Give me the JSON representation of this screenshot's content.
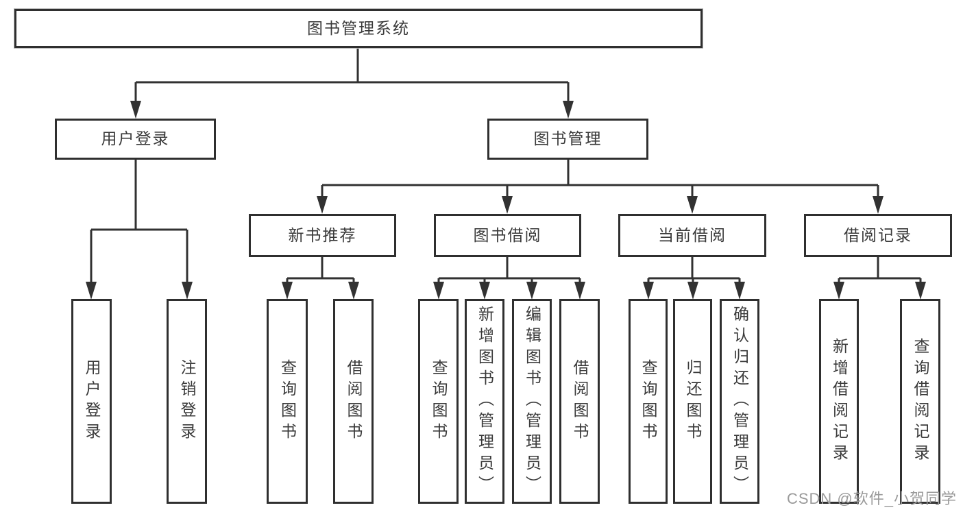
{
  "colors": {
    "bg": "#ffffff",
    "line": "#323232",
    "border": "#2f2f2f",
    "text": "#3a3a3a",
    "watermark": "#9a9a9a"
  },
  "watermark": {
    "text": "CSDN @软件_小贺同学"
  },
  "tree": {
    "root": {
      "label": "图书管理系统"
    },
    "branches": [
      {
        "label": "用户登录",
        "children": [
          {
            "label": "用户登录"
          },
          {
            "label": "注销登录"
          }
        ]
      },
      {
        "label": "图书管理",
        "children": [
          {
            "label": "新书推荐",
            "children": [
              {
                "label": "查询图书"
              },
              {
                "label": "借阅图书"
              }
            ]
          },
          {
            "label": "图书借阅",
            "children": [
              {
                "label": "查询图书"
              },
              {
                "label": "新增图书（管理员）"
              },
              {
                "label": "编辑图书（管理员）"
              },
              {
                "label": "借阅图书"
              }
            ]
          },
          {
            "label": "当前借阅",
            "children": [
              {
                "label": "查询图书"
              },
              {
                "label": "归还图书"
              },
              {
                "label": "确认归还（管理员）"
              }
            ]
          },
          {
            "label": "借阅记录",
            "children": [
              {
                "label": "新增借阅记录"
              },
              {
                "label": "查询借阅记录"
              }
            ]
          }
        ]
      }
    ]
  }
}
